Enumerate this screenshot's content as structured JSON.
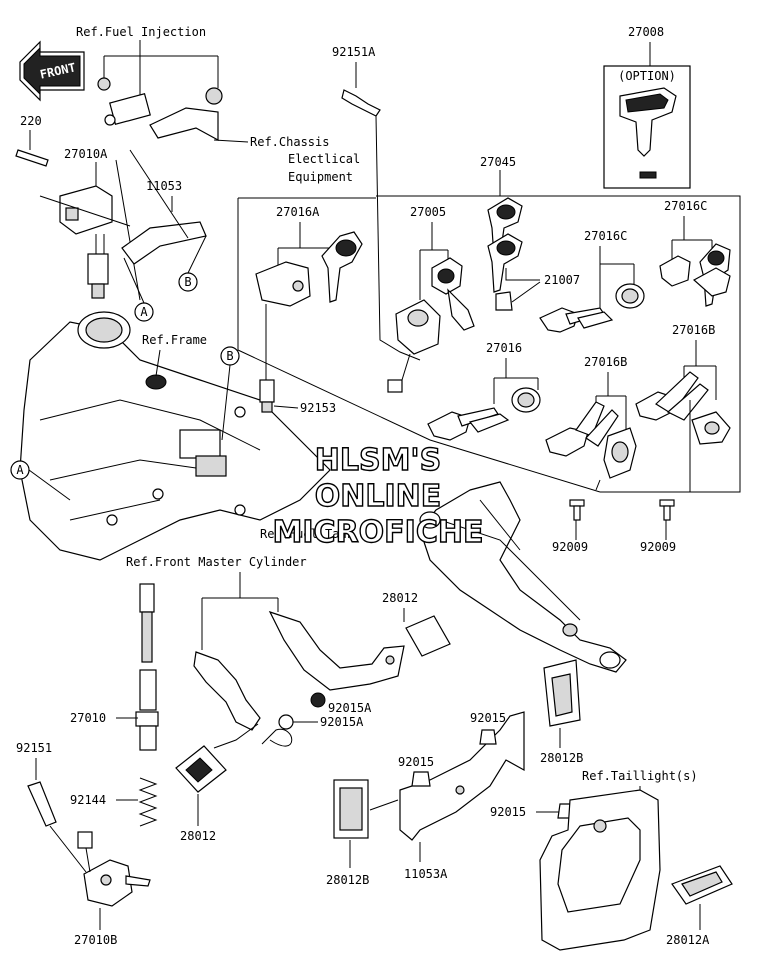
{
  "watermark": {
    "line1": "HLSM'S",
    "line2": "ONLINE",
    "line3": "MICROFICHE"
  },
  "front_arrow": "FRONT",
  "refs": {
    "fuel_injection": "Ref.Fuel Injection",
    "chassis_1": "Ref.Chassis",
    "chassis_2": "Electlical",
    "chassis_3": "Equipment",
    "frame": "Ref.Frame",
    "fuel_tank": "Ref.Fuel Tank",
    "front_master_cylinder": "Ref.Front Master Cylinder",
    "taillight": "Ref.Taillight(s)"
  },
  "option_label": "(OPTION)",
  "callouts": {
    "A": "A",
    "B": "B"
  },
  "parts": {
    "p220": "220",
    "p27010A": "27010A",
    "p11053": "11053",
    "p92151A": "92151A",
    "p27008": "27008",
    "p27045": "27045",
    "p27016A": "27016A",
    "p27005": "27005",
    "p27016C_1": "27016C",
    "p27016C_2": "27016C",
    "p21007": "21007",
    "p27016": "27016",
    "p27016B_1": "27016B",
    "p27016B_2": "27016B",
    "p92153": "92153",
    "p92009_1": "92009",
    "p92009_2": "92009",
    "p28012_1": "28012",
    "p92015A_1": "92015A",
    "p92015A_2": "92015A",
    "p27010": "27010",
    "p92151": "92151",
    "p92144": "92144",
    "p28012_2": "28012",
    "p92015_1": "92015",
    "p92015_2": "92015",
    "p92015_3": "92015",
    "p28012B_1": "28012B",
    "p28012B_2": "28012B",
    "p11053A": "11053A",
    "p27010B": "27010B",
    "p28012A": "28012A"
  }
}
